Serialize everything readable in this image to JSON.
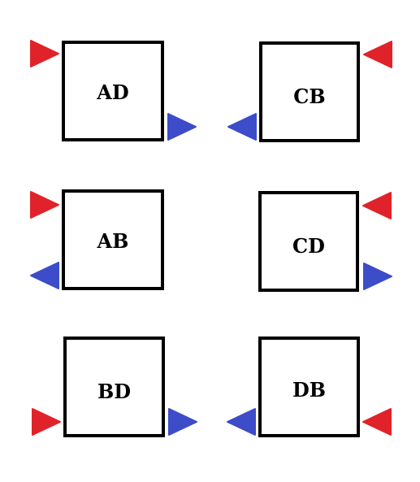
{
  "colors": {
    "red_arrow": "#e0232a",
    "blue_arrow": "#3d4cc8",
    "box_border": "#000000"
  },
  "modules": [
    {
      "id": "AD",
      "label": "AD",
      "red_arrow": "in-left-top",
      "blue_arrow": "out-right-bottom"
    },
    {
      "id": "CB",
      "label": "CB",
      "red_arrow": "in-right-top",
      "blue_arrow": "out-left-bottom"
    },
    {
      "id": "AB",
      "label": "AB",
      "red_arrow": "in-left-top",
      "blue_arrow": "out-left-bottom"
    },
    {
      "id": "CD",
      "label": "CD",
      "red_arrow": "in-right-top",
      "blue_arrow": "out-right-bottom"
    },
    {
      "id": "BD",
      "label": "BD",
      "red_arrow": "in-left-bottom",
      "blue_arrow": "out-right-bottom"
    },
    {
      "id": "DB",
      "label": "DB",
      "red_arrow": "in-right-bottom",
      "blue_arrow": "out-left-bottom"
    }
  ]
}
